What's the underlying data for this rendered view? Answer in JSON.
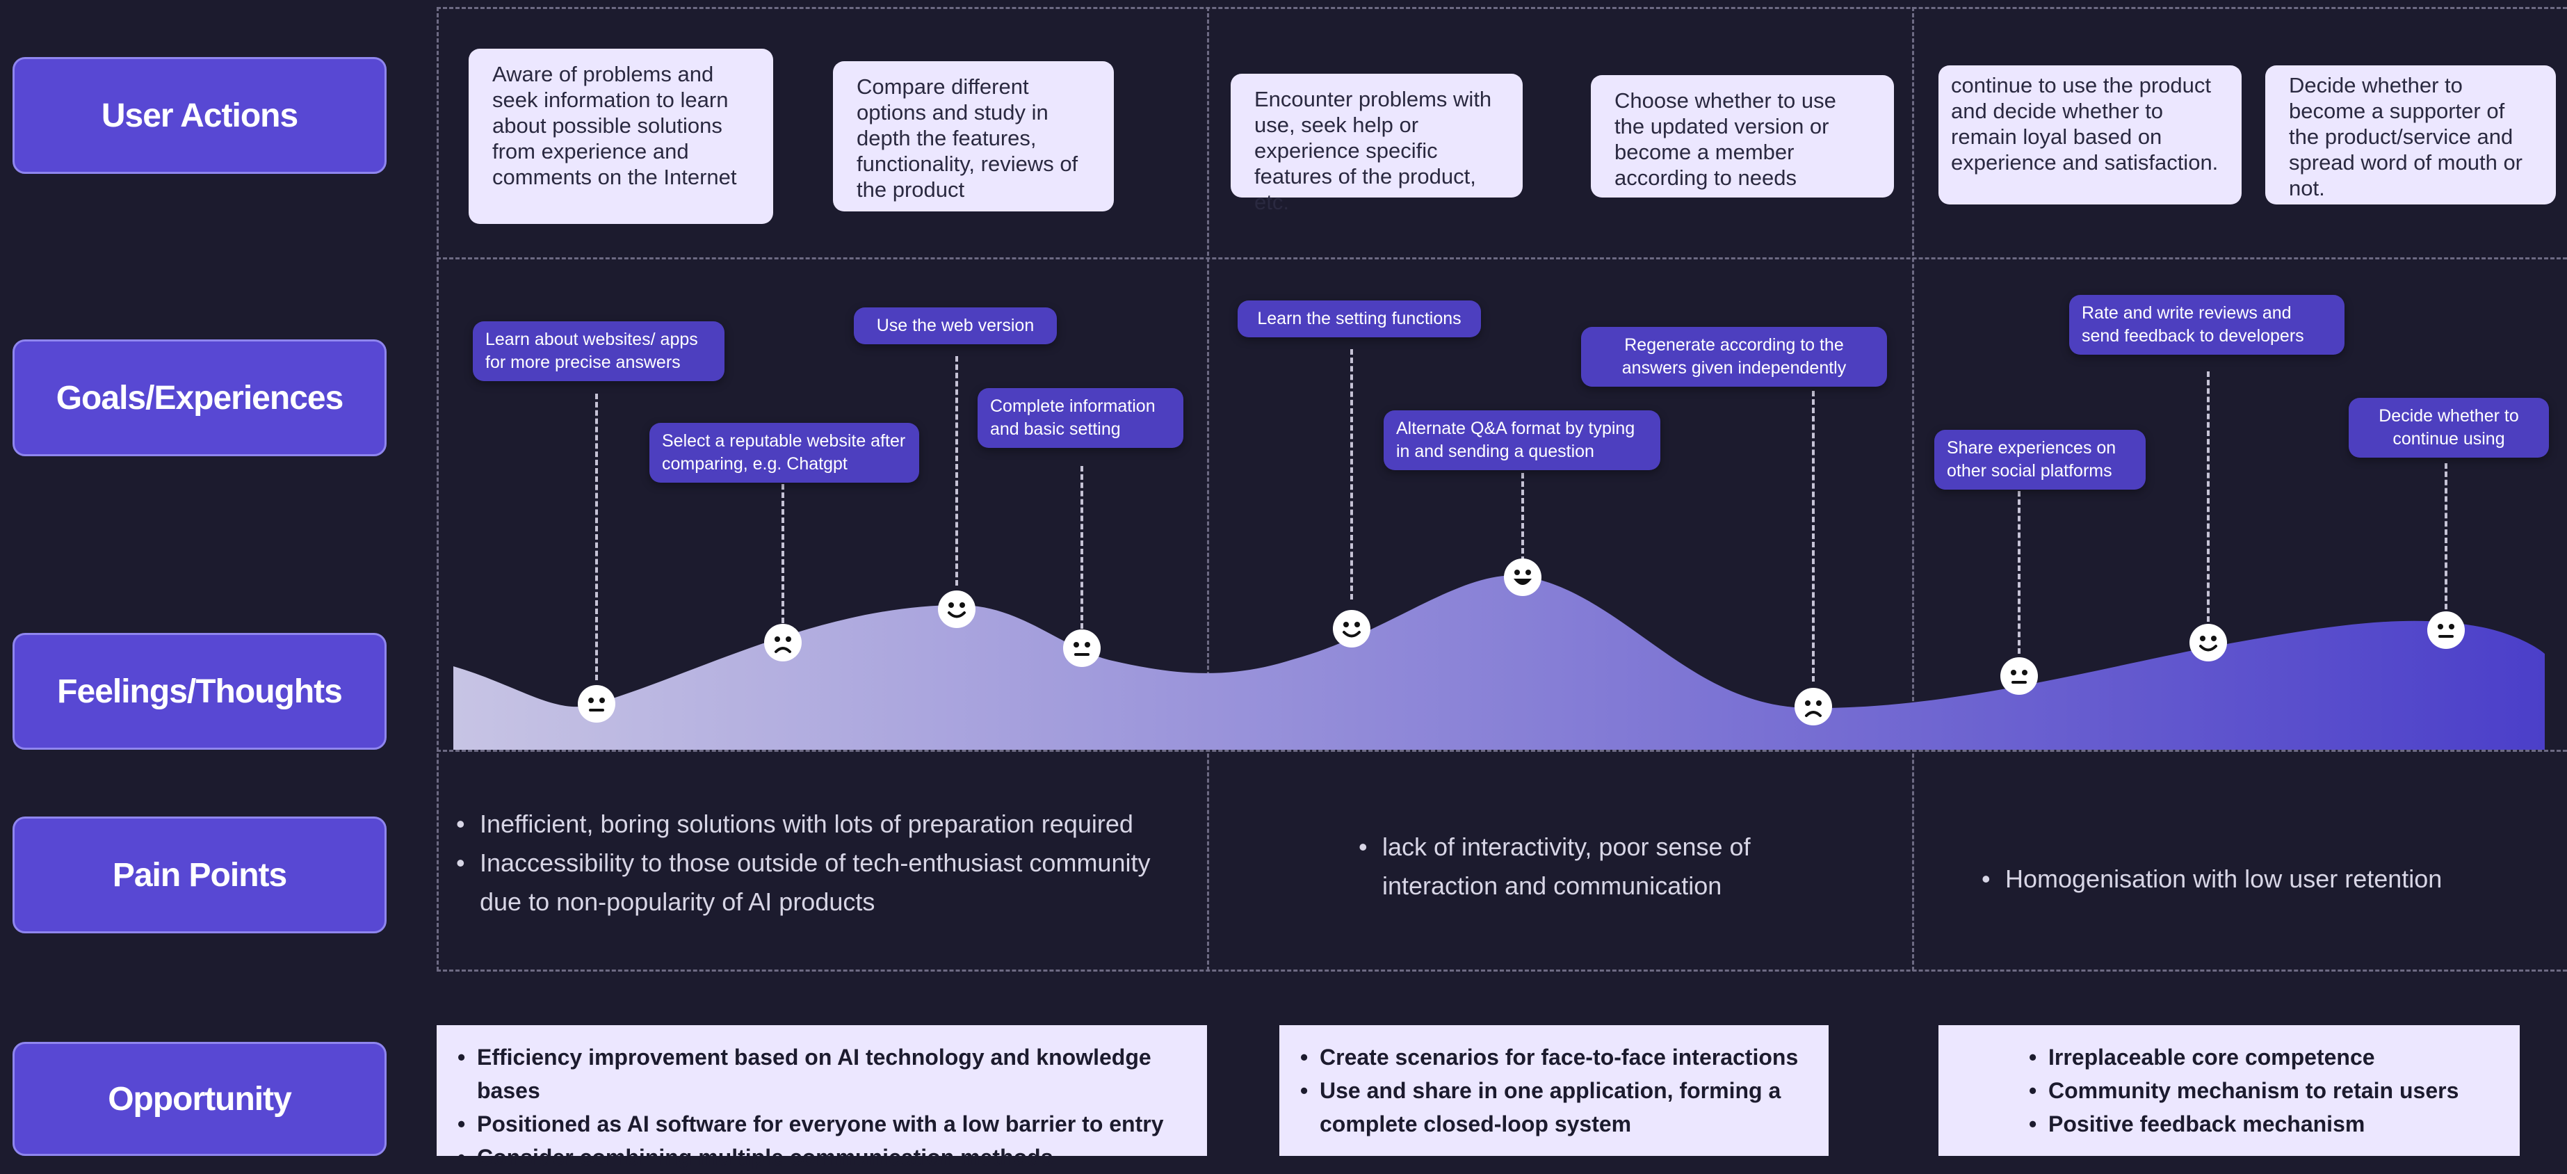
{
  "rows": {
    "user_actions": "User Actions",
    "goals": "Goals/Experiences",
    "feelings": "Feelings/Thoughts",
    "pain_points": "Pain Points",
    "opportunity": "Opportunity"
  },
  "user_actions": [
    "Aware of problems and seek information to learn about possible solutions from experience and comments on the Internet",
    "Compare different options and study in depth the features, functionality, reviews of the product",
    "Encounter problems with use, seek help or experience specific features of the product, etc.",
    "Choose whether to use the updated version or become a member according to needs",
    "continue to use the product and decide whether to remain loyal based on experience and satisfaction.",
    "Decide whether to become a supporter of the product/service and spread word of mouth or not."
  ],
  "goals": [
    {
      "text": "Learn about websites/ apps for more precise answers",
      "mood": "neutral"
    },
    {
      "text": "Select a reputable website after comparing, e.g. Chatgpt",
      "mood": "sad"
    },
    {
      "text": "Use the web version",
      "mood": "smile"
    },
    {
      "text": "Complete information and basic setting",
      "mood": "neutral"
    },
    {
      "text": "Learn the setting functions",
      "mood": "smile"
    },
    {
      "text": "Alternate Q&A format by typing in and sending a question",
      "mood": "happy"
    },
    {
      "text": "Regenerate according to the answers given independently",
      "mood": "sad"
    },
    {
      "text": "Share experiences on other social platforms",
      "mood": "neutral"
    },
    {
      "text": "Rate and write reviews and send feedback to developers",
      "mood": "smile"
    },
    {
      "text": "Decide whether to continue using",
      "mood": "neutral"
    }
  ],
  "pain_points": [
    [
      "Inefficient, boring solutions with lots of preparation required",
      "Inaccessibility to those outside of tech-enthusiast community due to non-popularity of AI products"
    ],
    [
      "lack of interactivity, poor sense of interaction and communication"
    ],
    [
      "Homogenisation with low user retention"
    ]
  ],
  "opportunity": [
    [
      "Efficiency improvement based on AI technology and knowledge bases",
      "Positioned as AI software for everyone with a low barrier to entry",
      "Consider combining multiple communication methods"
    ],
    [
      "Create scenarios for face-to-face interactions",
      "Use and share in one application, forming a complete closed-loop system"
    ],
    [
      "Irreplaceable core competence",
      "Community mechanism to retain users",
      "Positive feedback mechanism"
    ]
  ],
  "colors": {
    "background": "#1c1b2e",
    "label_fill": "#5848d3",
    "card_fill": "#ece7ff",
    "bubble_fill": "#4d3fbf",
    "curve_start": "#c7c4e4",
    "curve_end": "#4b3fc9"
  }
}
